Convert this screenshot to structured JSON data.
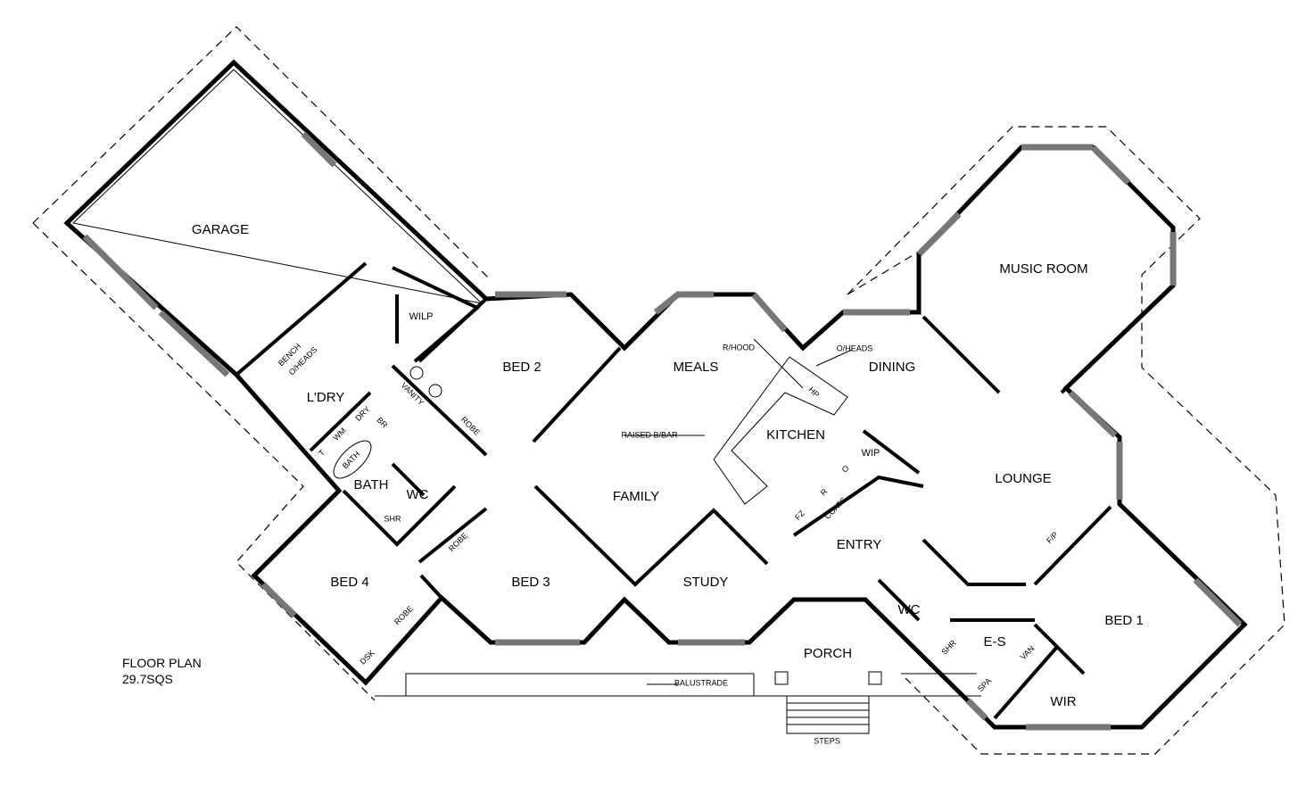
{
  "title": {
    "line1": "FLOOR PLAN",
    "line2": "29.7SQS"
  },
  "rooms": {
    "garage": "GARAGE",
    "laundry": "L'DRY",
    "wilp": "WILP",
    "bed2": "BED 2",
    "meals": "MEALS",
    "dining": "DINING",
    "music_room": "MUSIC ROOM",
    "kitchen": "KITCHEN",
    "family": "FAMILY",
    "lounge": "LOUNGE",
    "bath": "BATH",
    "wc": "WC",
    "bed4": "BED 4",
    "bed3": "BED 3",
    "study": "STUDY",
    "entry": "ENTRY",
    "wc2": "WC",
    "bed1": "BED 1",
    "porch": "PORCH",
    "ensuite": "E-S",
    "wir": "WIR",
    "wip": "WIP"
  },
  "fixtures": {
    "bench": "BENCH",
    "oheads_laundry": "O/HEADS",
    "vanity": "VANITY",
    "robe_bed2": "ROBE",
    "t": "T",
    "wm": "WM",
    "dry": "DRY",
    "br": "BR",
    "bath_tub": "BATH",
    "shr": "SHR",
    "robe_bed3": "ROBE",
    "robe_bed4": "ROBE",
    "dsk": "DSK",
    "rhood": "R/HOOD",
    "oheads_kitchen": "O/HEADS",
    "hp": "HP",
    "raised_bar": "RAISED B/BAR",
    "fz": "FZ",
    "r": "R",
    "o": "O",
    "coats": "COATS",
    "fp": "F/P",
    "shr_es": "SHR",
    "van": "VAN",
    "spa": "SPA",
    "balustrade": "BALUSTRADE",
    "steps": "STEPS"
  }
}
